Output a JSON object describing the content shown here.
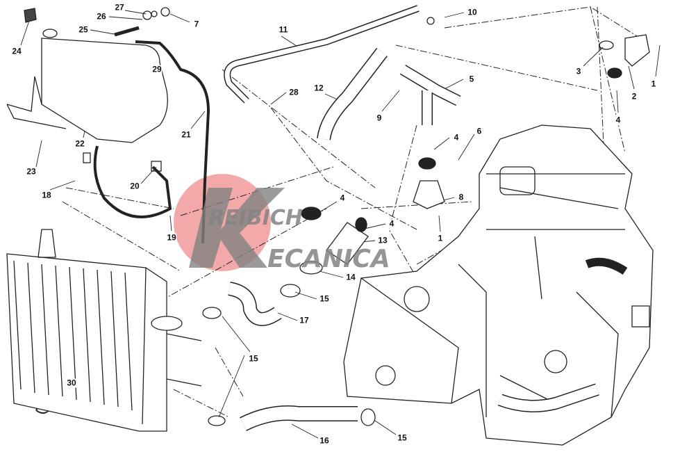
{
  "diagram": {
    "title": "Cooling system exploded view",
    "callouts": [
      "27",
      "26",
      "7",
      "25",
      "24",
      "29",
      "11",
      "10",
      "3",
      "1",
      "2",
      "4",
      "28",
      "12",
      "5",
      "9",
      "4",
      "6",
      "22",
      "21",
      "23",
      "20",
      "18",
      "8",
      "4",
      "4",
      "13",
      "1",
      "19",
      "14",
      "15",
      "17",
      "15",
      "30",
      "16",
      "15"
    ]
  },
  "watermark": {
    "line1": "REIBICH",
    "line2": "ECANICA",
    "letter": "K",
    "logo_color": "#ef8c8c",
    "text_color": "#8a8a8a"
  }
}
